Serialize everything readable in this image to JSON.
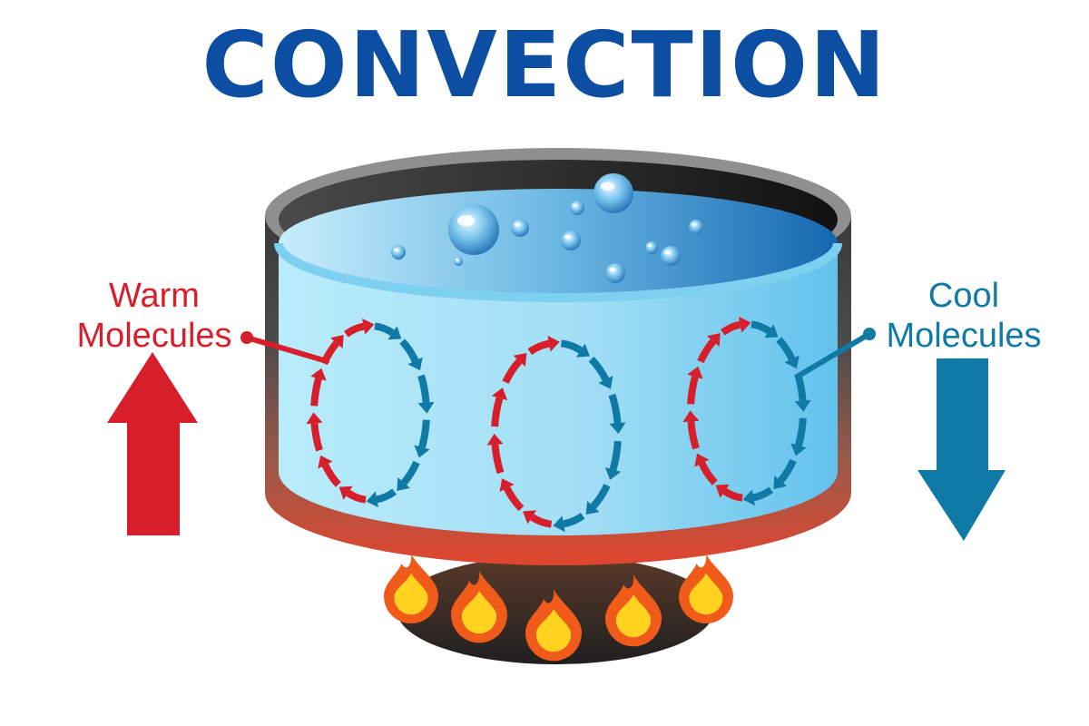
{
  "title": "CONVECTION",
  "labels": {
    "warm": {
      "line1": "Warm",
      "line2": "Molecules"
    },
    "cool": {
      "line1": "Cool",
      "line2": "Molecules"
    }
  },
  "colors": {
    "title": "#0b4ea2",
    "warm": "#d71f2b",
    "cool": "#0f7aa6",
    "water_light": "#b5e6f7",
    "water_dark": "#1a78bb",
    "pot_rim": "#8b8b8b",
    "pot_dark": "#3a3a3a",
    "pot_hot": "#e0462f",
    "burner": "#3a3a3a",
    "flame_outer": "#f05a1a",
    "flame_inner": "#ffd21f"
  },
  "icons": [
    "up-arrow-icon",
    "down-arrow-icon",
    "flame-icon",
    "bubble-icon",
    "circulation-arrow-icon"
  ]
}
